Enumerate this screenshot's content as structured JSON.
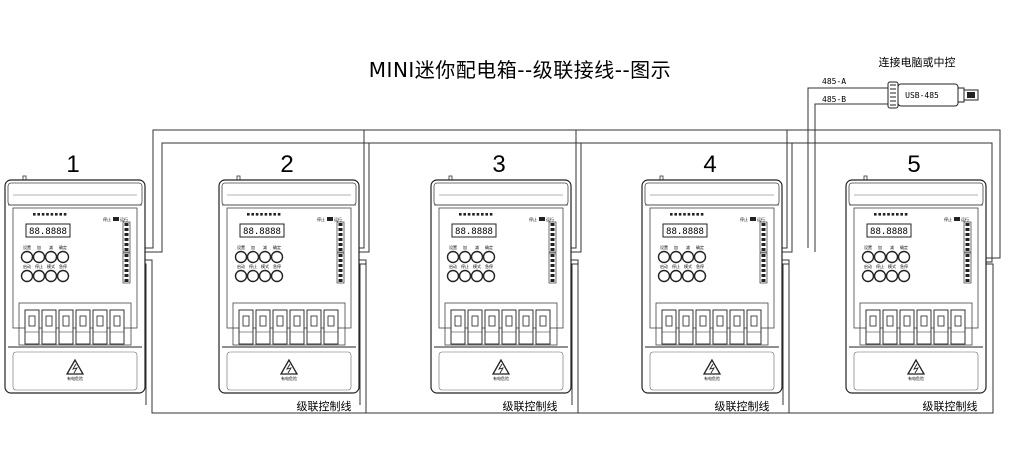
{
  "title": "MINI迷你配电箱--级联接线--图示",
  "boxes": [
    {
      "number": "1",
      "display": "88.8888"
    },
    {
      "number": "2",
      "display": "88.8888"
    },
    {
      "number": "3",
      "display": "88.8888"
    },
    {
      "number": "4",
      "display": "88.8888"
    },
    {
      "number": "5",
      "display": "88.8888"
    }
  ],
  "panel": {
    "row1_labels": [
      "设置",
      "加",
      "减",
      "确定"
    ],
    "row2_labels": [
      "启动",
      "停止",
      "模式",
      "急停"
    ],
    "status_left": "停止",
    "status_right": "运行",
    "warning_caption": "有电危险"
  },
  "cascade_label": "级联控制线",
  "wires": {
    "a": "485-A",
    "b": "485-B"
  },
  "usb": {
    "label": "USB-485",
    "caption": "连接电脑或中控"
  }
}
